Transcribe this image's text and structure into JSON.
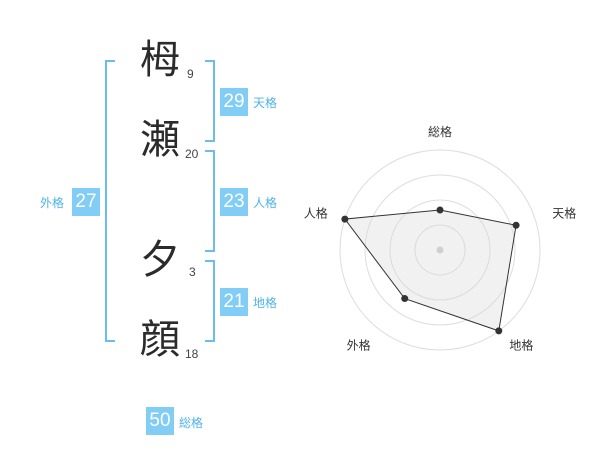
{
  "name_chars": [
    {
      "char": "栂",
      "strokes": "9"
    },
    {
      "char": "瀬",
      "strokes": "20"
    },
    {
      "char": "夕",
      "strokes": "3"
    },
    {
      "char": "顔",
      "strokes": "18"
    }
  ],
  "scores": {
    "tenkaku": {
      "value": "29",
      "label": "天格"
    },
    "jinkaku": {
      "value": "23",
      "label": "人格"
    },
    "chikaku": {
      "value": "21",
      "label": "地格"
    },
    "gaikaku": {
      "value": "27",
      "label": "外格"
    },
    "soukaku": {
      "value": "50",
      "label": "総格"
    }
  },
  "colors": {
    "accent": "#81cdf5",
    "bracket": "#6bbdf0",
    "label": "#4fb3ea"
  },
  "chart_data": {
    "type": "radar",
    "axes": [
      "総格",
      "天格",
      "地格",
      "外格",
      "人格"
    ],
    "values": [
      2,
      4,
      5,
      3,
      5
    ],
    "max": 5,
    "rings": 4
  }
}
